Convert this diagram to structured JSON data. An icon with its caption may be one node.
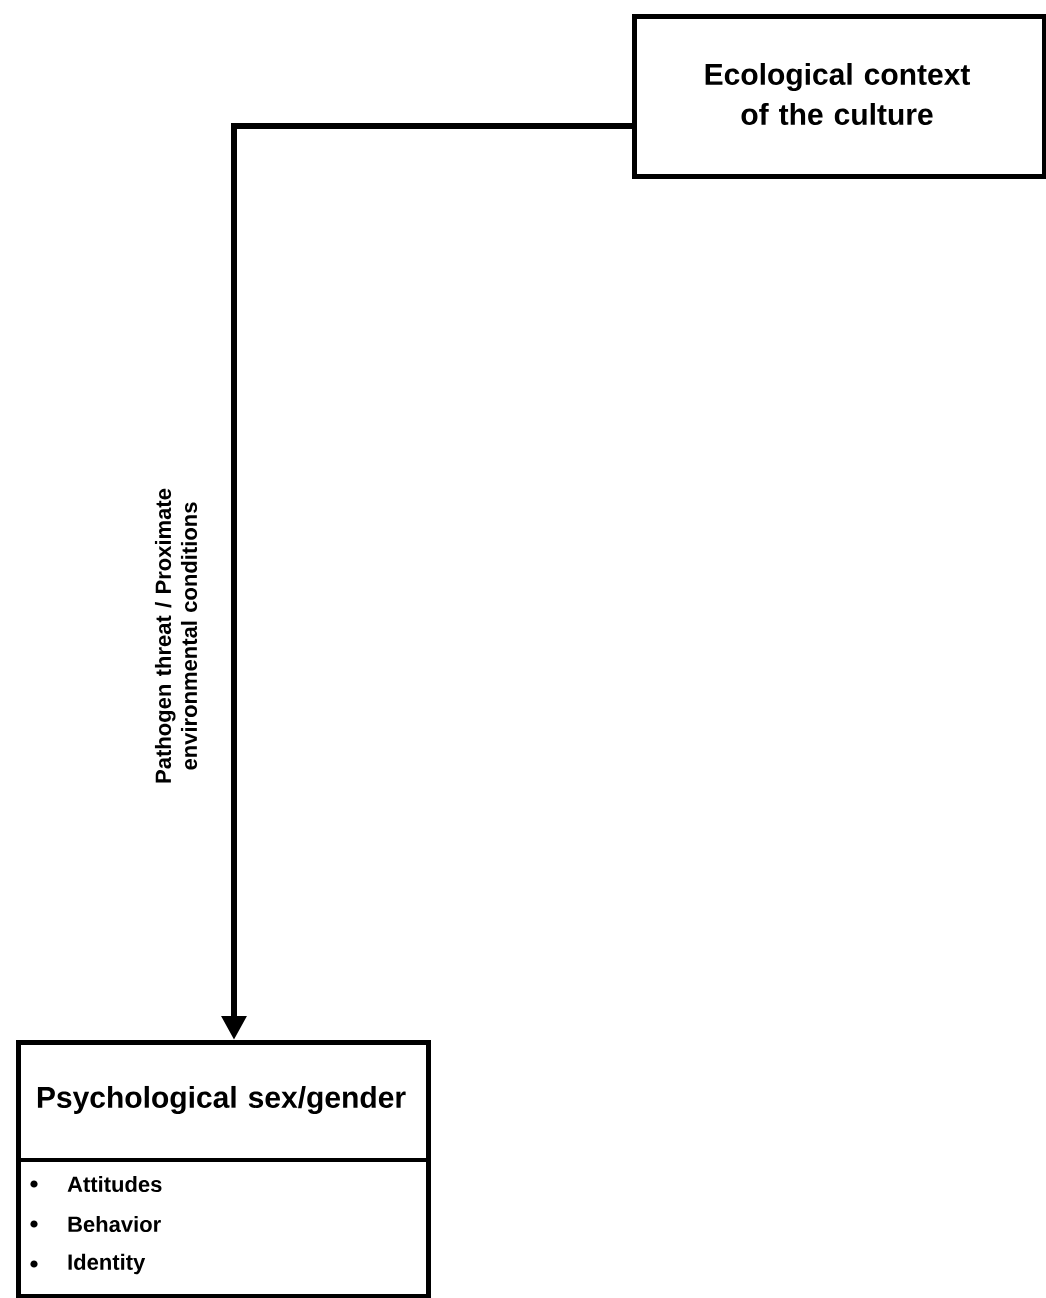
{
  "diagram": {
    "nodes": [
      {
        "text": [
          "Ecological context of the culture"
        ]
      },
      {
        "text": [
          "Psychological sex/gender",
          "Attitudes",
          "Behavior",
          "Identity"
        ]
      }
    ],
    "edges": [
      {
        "from": 0,
        "to": 1,
        "arrow": "to",
        "label": "Pathogen threat / Proximate environmental conditions"
      }
    ]
  }
}
